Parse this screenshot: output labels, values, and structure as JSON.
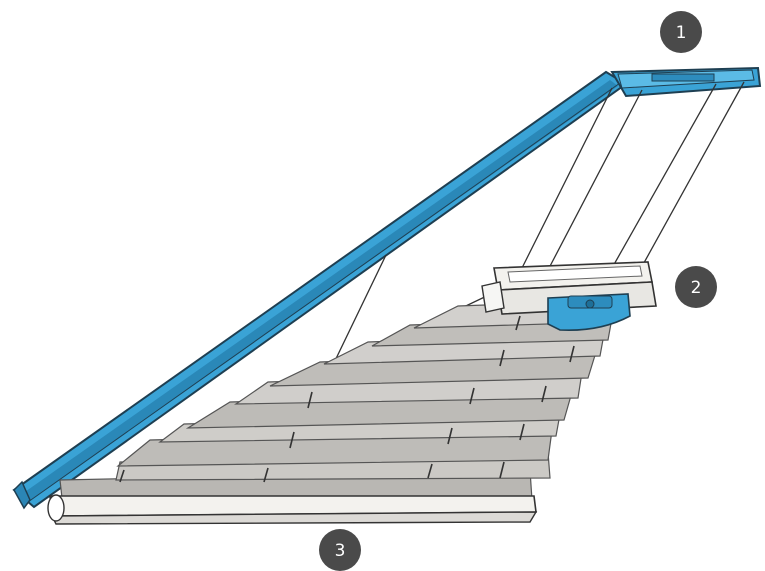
{
  "callouts": [
    {
      "number": "1"
    },
    {
      "number": "2"
    },
    {
      "number": "3"
    }
  ],
  "colors": {
    "rail_blue": "#3aa3d6",
    "rail_blue_dark": "#1e6f98",
    "fabric": "#c9c7c4",
    "fabric_dark": "#b0aeaa",
    "fabric_shadow": "#8f8d89",
    "outline": "#333333",
    "bar_white": "#f3f2ee",
    "badge": "#4a4a4a",
    "badge_text": "#ffffff"
  },
  "icons": {
    "top_rail": "window-frame-top-rail",
    "side_rail": "window-frame-side-rail",
    "middle_rail": "middle-rail-with-handle",
    "bottom_rail": "bottom-rail",
    "fabric": "pleated-fabric"
  }
}
